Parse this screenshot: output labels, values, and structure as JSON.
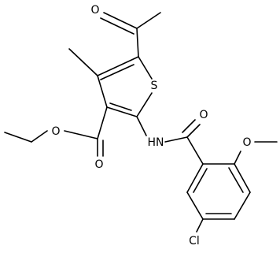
{
  "molecule": {
    "atoms": [
      {
        "id": "o_acetyl",
        "symbol": "O"
      },
      {
        "id": "s_thiophene",
        "symbol": "S"
      },
      {
        "id": "o_ester_carbonyl",
        "symbol": "O"
      },
      {
        "id": "o_ester_ether",
        "symbol": "O"
      },
      {
        "id": "n_amide",
        "symbol": "HN"
      },
      {
        "id": "o_amide",
        "symbol": "O"
      },
      {
        "id": "o_methoxy",
        "symbol": "O"
      },
      {
        "id": "cl",
        "symbol": "Cl"
      }
    ]
  }
}
